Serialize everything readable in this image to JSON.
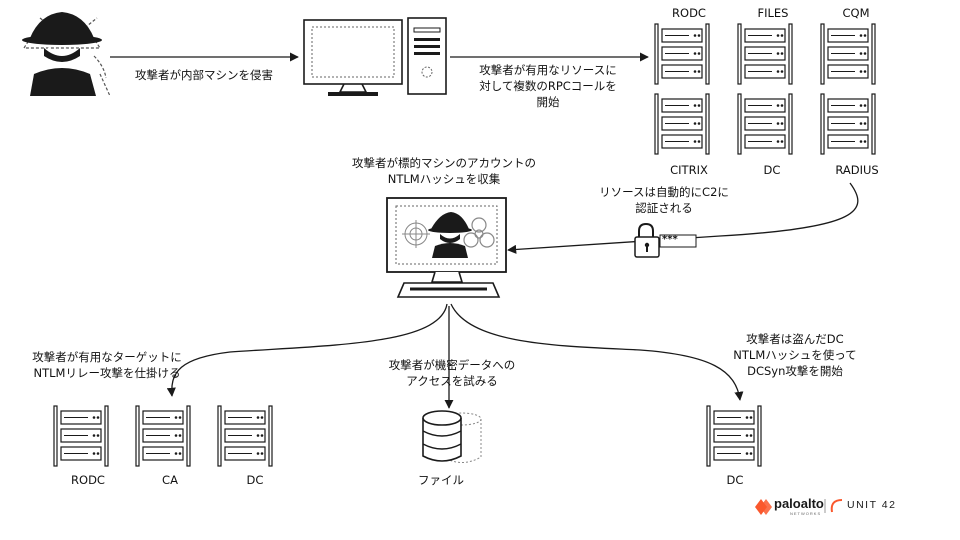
{
  "labels": {
    "compromise": "攻撃者が内部マシンを侵害",
    "rpc_calls": "攻撃者が有用なリソースに\n対して複数のRPCコールを\n開始",
    "auth_c2": "リソースは自動的にC2に\n認証される",
    "collect_hash": "攻撃者が標的マシンのアカウントの\nNTLMハッシュを収集",
    "relay": "攻撃者が有用なターゲットに\nNTLMリレー攻撃を仕掛ける",
    "data_access": "攻撃者が機密データへの\nアクセスを試みる",
    "dcsync": "攻撃者は盗んだDC\nNTLMハッシュを使って\nDCSyn攻撃を開始",
    "credential": "***"
  },
  "servers": {
    "rodc_top": "RODC",
    "files": "FILES",
    "cqm": "CQM",
    "citrix": "CITRIX",
    "dc_top": "DC",
    "radius": "RADIUS",
    "rodc_bottom": "RODC",
    "ca": "CA",
    "dc_bottom": "DC",
    "file_db": "ファイル",
    "dc_right": "DC"
  },
  "logos": {
    "paloalto": "paloalto",
    "paloalto_sub": "NETWORKS",
    "unit42": "UNIT 42"
  },
  "colors": {
    "line": "#1a1a1a",
    "paloalto_orange": "#fa582d",
    "dashed": "#555555"
  }
}
